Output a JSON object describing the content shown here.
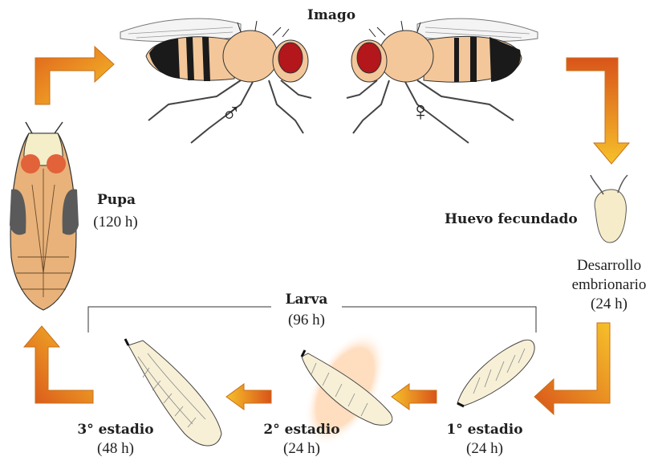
{
  "stages": {
    "imago": {
      "label": "Imago"
    },
    "egg": {
      "label": "Huevo fecundado"
    },
    "development": {
      "line1": "Desarrollo",
      "line2": "embrionario",
      "duration": "(24 h)"
    },
    "larva": {
      "label": "Larva",
      "duration": "(96 h)"
    },
    "instar1": {
      "label": "1° estadio",
      "duration": "(24 h)"
    },
    "instar2": {
      "label": "2° estadio",
      "duration": "(24 h)"
    },
    "instar3": {
      "label": "3° estadio",
      "duration": "(48 h)"
    },
    "pupa": {
      "label": "Pupa",
      "duration": "(120 h)"
    }
  },
  "symbols": {
    "male": "♂",
    "female": "♀"
  },
  "colors": {
    "arrow_light": "#f6c12a",
    "arrow_dark": "#d9541a",
    "fly_body": "#f3c79a",
    "fly_eye": "#b3161b",
    "fly_abdomen_stripe": "#1a1a1a",
    "larva_fill": "#f7f0d6",
    "pupa_fill": "#e8b27a",
    "egg_fill": "#f6ecc9"
  }
}
